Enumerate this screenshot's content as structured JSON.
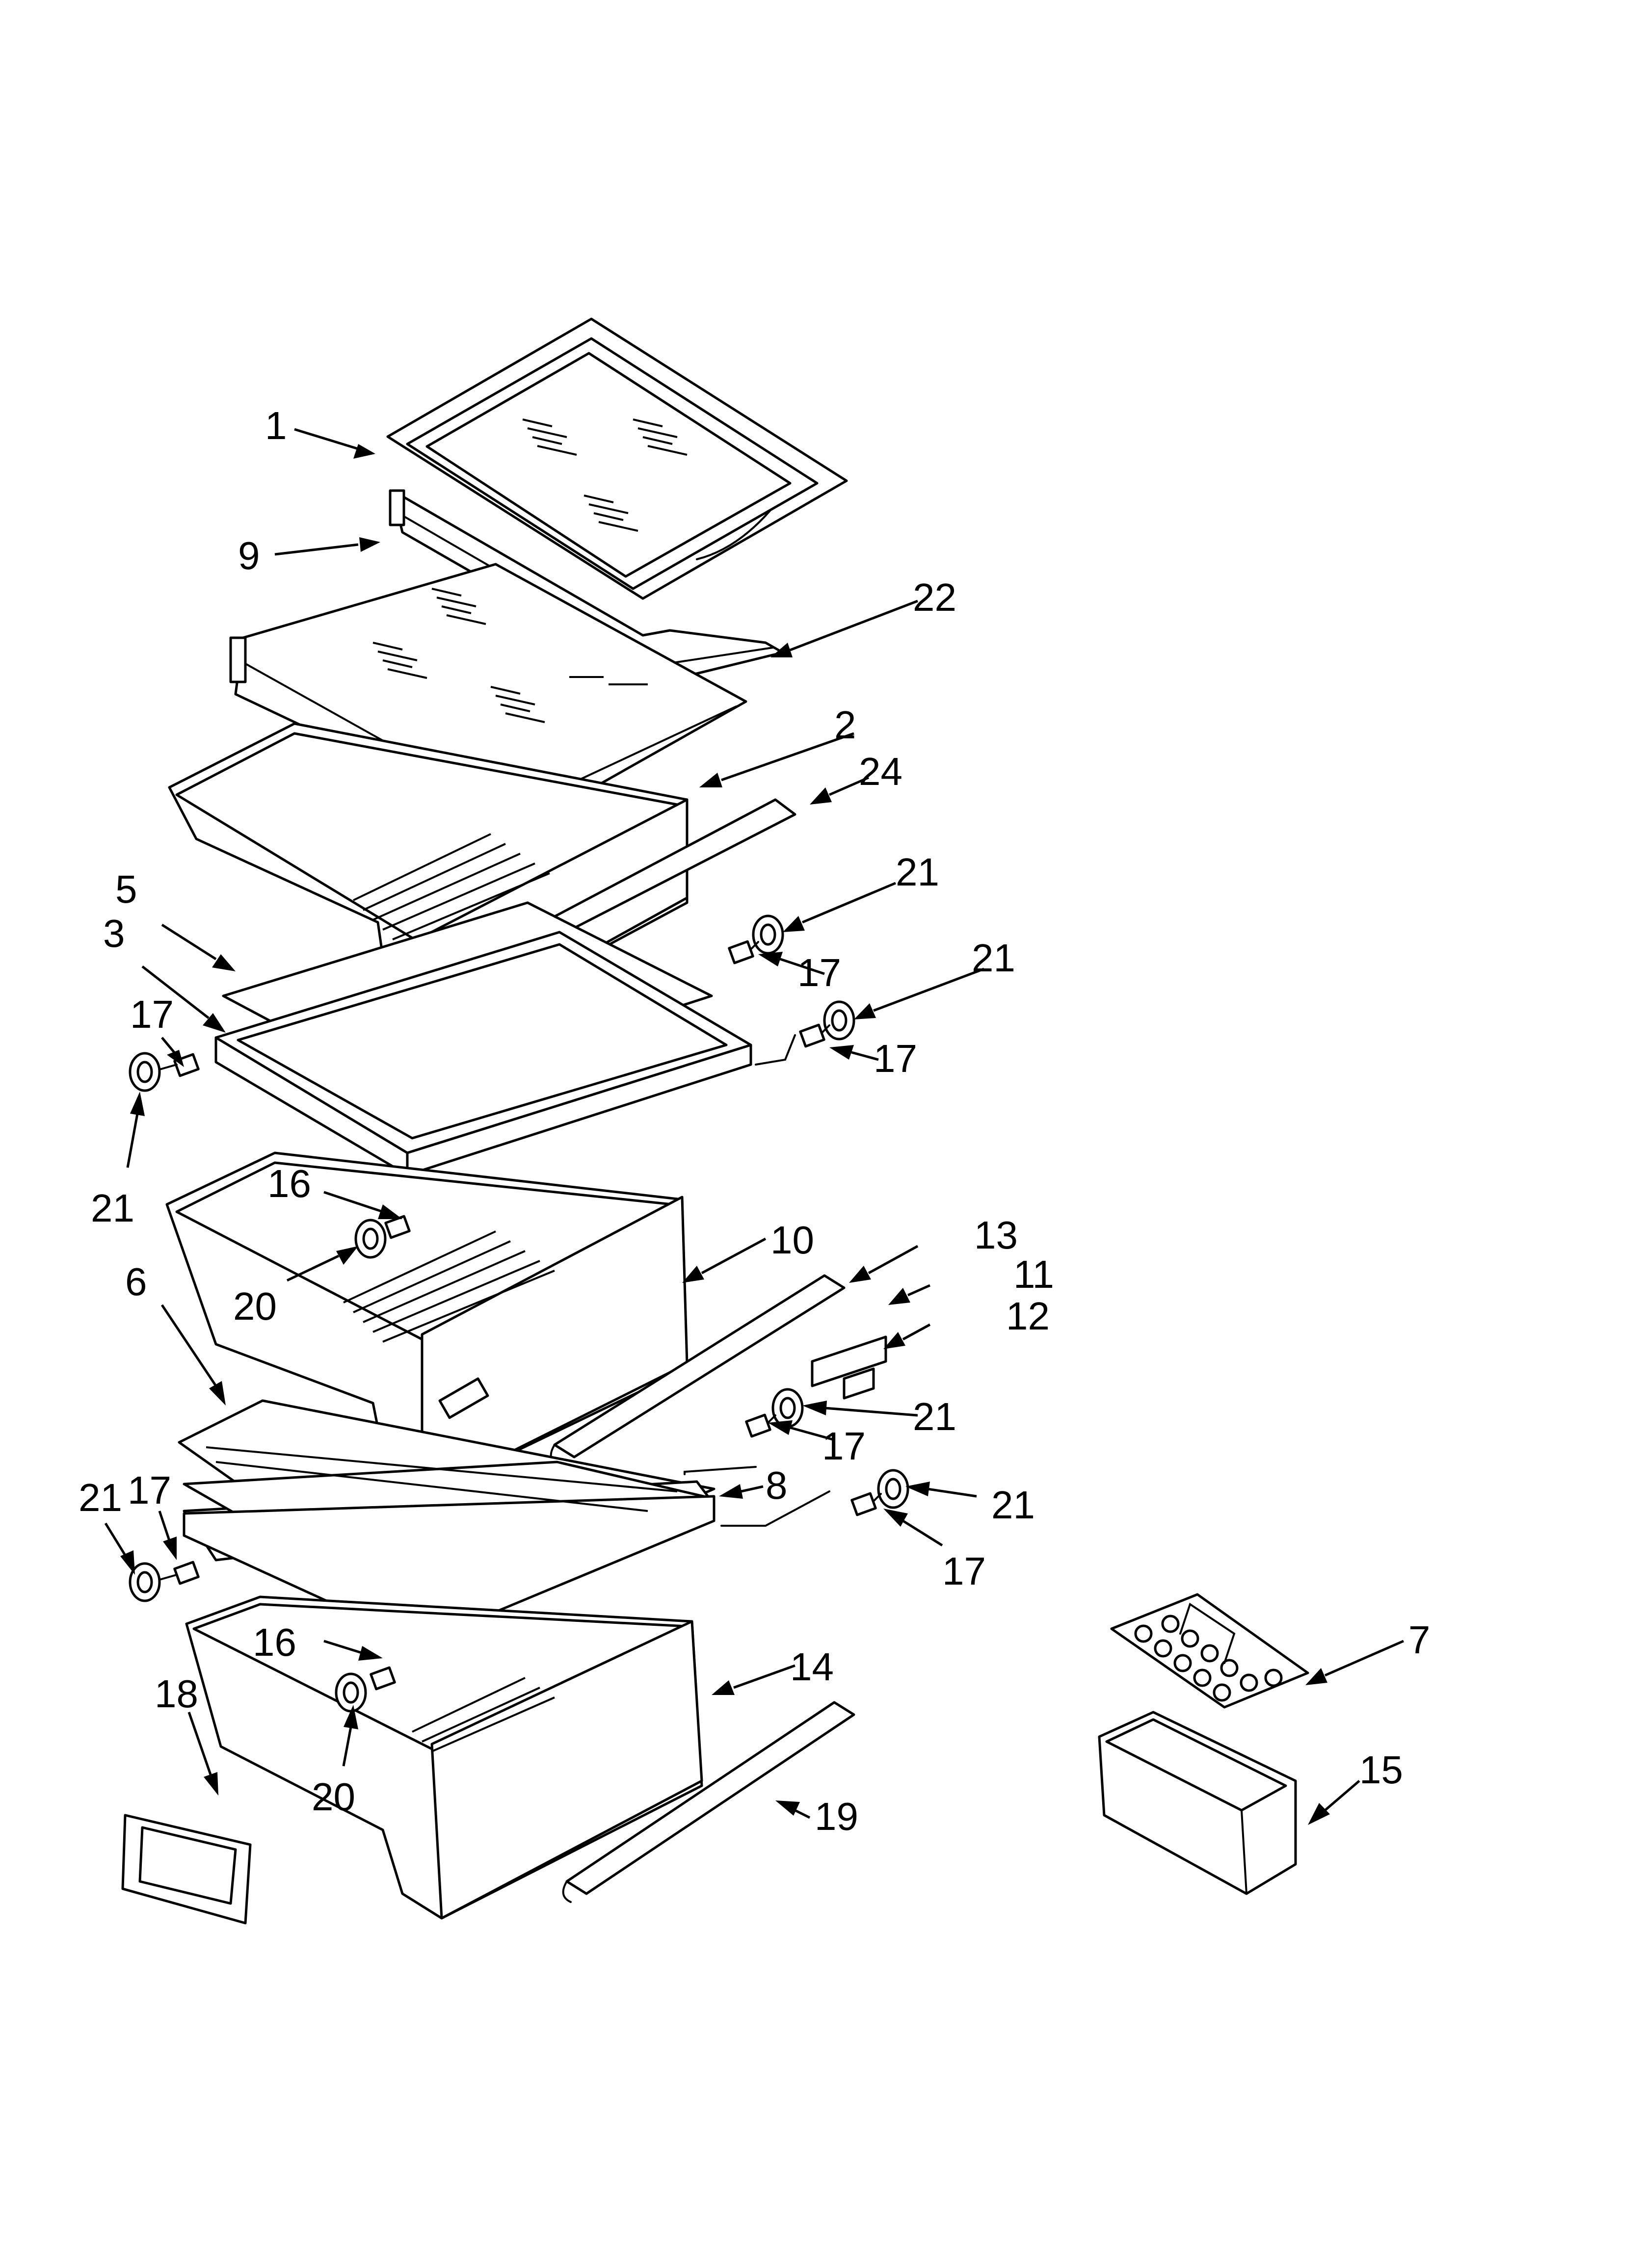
{
  "callouts": [
    {
      "id": "c1",
      "label": "1"
    },
    {
      "id": "c9",
      "label": "9"
    },
    {
      "id": "c22",
      "label": "22"
    },
    {
      "id": "c2",
      "label": "2"
    },
    {
      "id": "c24",
      "label": "24"
    },
    {
      "id": "c21a",
      "label": "21"
    },
    {
      "id": "c5",
      "label": "5"
    },
    {
      "id": "c3",
      "label": "3"
    },
    {
      "id": "c17a",
      "label": "17"
    },
    {
      "id": "c21b",
      "label": "21"
    },
    {
      "id": "c17b",
      "label": "17"
    },
    {
      "id": "c17c",
      "label": "17"
    },
    {
      "id": "c21c",
      "label": "21"
    },
    {
      "id": "c16a",
      "label": "16"
    },
    {
      "id": "c20a",
      "label": "20"
    },
    {
      "id": "c10",
      "label": "10"
    },
    {
      "id": "c13",
      "label": "13"
    },
    {
      "id": "c11",
      "label": "11"
    },
    {
      "id": "c12",
      "label": "12"
    },
    {
      "id": "c6",
      "label": "6"
    },
    {
      "id": "c21d",
      "label": "21"
    },
    {
      "id": "c17d",
      "label": "17"
    },
    {
      "id": "c8",
      "label": "8"
    },
    {
      "id": "c21e",
      "label": "21"
    },
    {
      "id": "c17e",
      "label": "17"
    },
    {
      "id": "c21f",
      "label": "21"
    },
    {
      "id": "c17f",
      "label": "17"
    },
    {
      "id": "c16b",
      "label": "16"
    },
    {
      "id": "c14",
      "label": "14"
    },
    {
      "id": "c18",
      "label": "18"
    },
    {
      "id": "c20b",
      "label": "20"
    },
    {
      "id": "c19",
      "label": "19"
    },
    {
      "id": "c7",
      "label": "7"
    },
    {
      "id": "c15",
      "label": "15"
    }
  ]
}
